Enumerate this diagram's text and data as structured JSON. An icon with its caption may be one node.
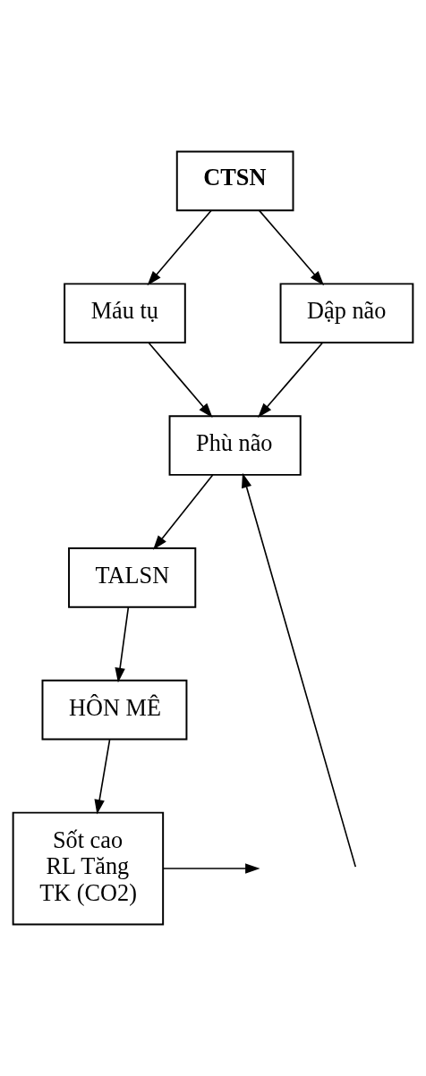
{
  "diagram": {
    "nodes": [
      {
        "text": [
          "CTSN"
        ]
      },
      {
        "text": [
          "Máu tụ"
        ]
      },
      {
        "text": [
          "Dập não"
        ]
      },
      {
        "text": [
          "Phù não"
        ]
      },
      {
        "text": [
          "TALSN"
        ]
      },
      {
        "text": [
          "HÔN MÊ"
        ]
      },
      {
        "text": [
          "Sốt cao RL Tăng TK (CO2)"
        ]
      }
    ],
    "edges": [
      {
        "from": 0,
        "to": 1,
        "arrow": "to"
      },
      {
        "from": 0,
        "to": 2,
        "arrow": "to"
      },
      {
        "from": 1,
        "to": 3,
        "arrow": "to"
      },
      {
        "from": 2,
        "to": 3,
        "arrow": "to"
      },
      {
        "from": 3,
        "to": 4,
        "arrow": "to"
      },
      {
        "from": 4,
        "to": 5,
        "arrow": "to"
      },
      {
        "from": 5,
        "to": 6,
        "arrow": "to"
      },
      {
        "from": null,
        "to": 3,
        "arrow": "to"
      },
      {
        "from": 6,
        "to": null,
        "arrow": "to"
      }
    ]
  }
}
